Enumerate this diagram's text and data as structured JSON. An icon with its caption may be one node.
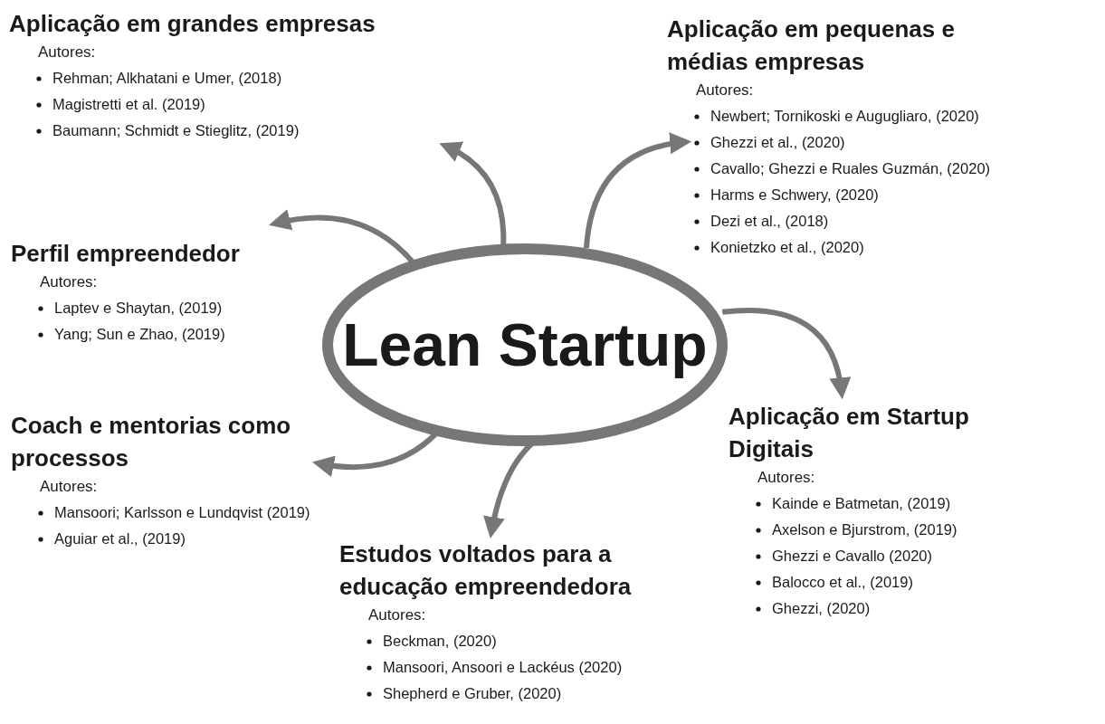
{
  "diagram": {
    "nodes": [
      {
        "text": [
          "Lean Startup"
        ]
      },
      {
        "text": [
          "Aplicação em grandes empresas",
          "Autores:",
          "Rehman; Alkhatani e Umer, (2018)",
          "Magistretti et al. (2019)",
          "Baumann; Schmidt e Stieglitz, (2019)"
        ]
      },
      {
        "text": [
          "Aplicação em pequenas e médias empresas",
          "Autores:",
          "Newbert; Tornikoski e Augugliaro, (2020)",
          "Ghezzi et al., (2020)",
          "Cavallo; Ghezzi e Ruales Guzmán, (2020)",
          "Harms e Schwery, (2020)",
          "Dezi et al., (2018)",
          "Konietzko et al., (2020)"
        ]
      },
      {
        "text": [
          "Perfil empreendedor",
          "Autores:",
          "Laptev e Shaytan, (2019)",
          "Yang; Sun e Zhao, (2019)"
        ]
      },
      {
        "text": [
          "Aplicação em Startup Digitais",
          "Autores:",
          "Kainde e Batmetan, (2019)",
          "Axelson e Bjurstrom, (2019)",
          "Ghezzi e Cavallo (2020)",
          "Balocco et al., (2019)",
          "Ghezzi, (2020)"
        ]
      },
      {
        "text": [
          "Coach e mentorias como processos",
          "Autores:",
          "Mansoori; Karlsson e Lundqvist (2019)",
          "Aguiar et al., (2019)"
        ]
      },
      {
        "text": [
          "Estudos voltados para a educação empreendedora",
          "Autores:",
          "Beckman, (2020)",
          "Mansoori, Ansoori e Lackéus (2020)",
          "Shepherd e Gruber, (2020)"
        ]
      }
    ],
    "edges": [
      {
        "from": 0,
        "to": 1,
        "arrow": "to"
      },
      {
        "from": 0,
        "to": 2,
        "arrow": "to"
      },
      {
        "from": 0,
        "to": 3,
        "arrow": "to"
      },
      {
        "from": 0,
        "to": 4,
        "arrow": "to"
      },
      {
        "from": 0,
        "to": 5,
        "arrow": "to"
      },
      {
        "from": 0,
        "to": 6,
        "arrow": "to"
      }
    ]
  }
}
